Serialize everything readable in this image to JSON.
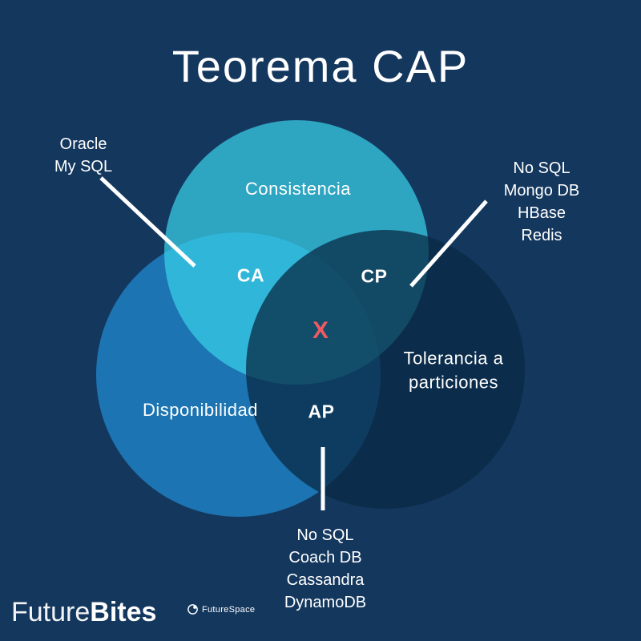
{
  "title": "Teorema CAP",
  "venn": {
    "consistencia_label": "Consistencia",
    "disponibilidad_label": "Disponibilidad",
    "tolerancia_label": "Tolerancia a particiones",
    "ca_label": "CA",
    "cp_label": "CP",
    "ap_label": "AP",
    "center_label": "X"
  },
  "annotations": {
    "ca_examples": [
      "Oracle",
      "My SQL"
    ],
    "cp_examples": [
      "No SQL",
      "Mongo DB",
      "HBase",
      "Redis"
    ],
    "ap_examples": [
      "No SQL",
      "Coach DB",
      "Cassandra",
      "DynamoDB"
    ]
  },
  "footer": {
    "brand_part1": "Future",
    "brand_part2": "Bites",
    "partner_name": "FutureSpace"
  },
  "colors": {
    "background": "#14375E",
    "consistencia": "#39D0E8",
    "disponibilidad": "#1C74B2",
    "tolerancia": "#082844",
    "x_accent": "#EF5A62",
    "text": "#FFFFFF"
  }
}
